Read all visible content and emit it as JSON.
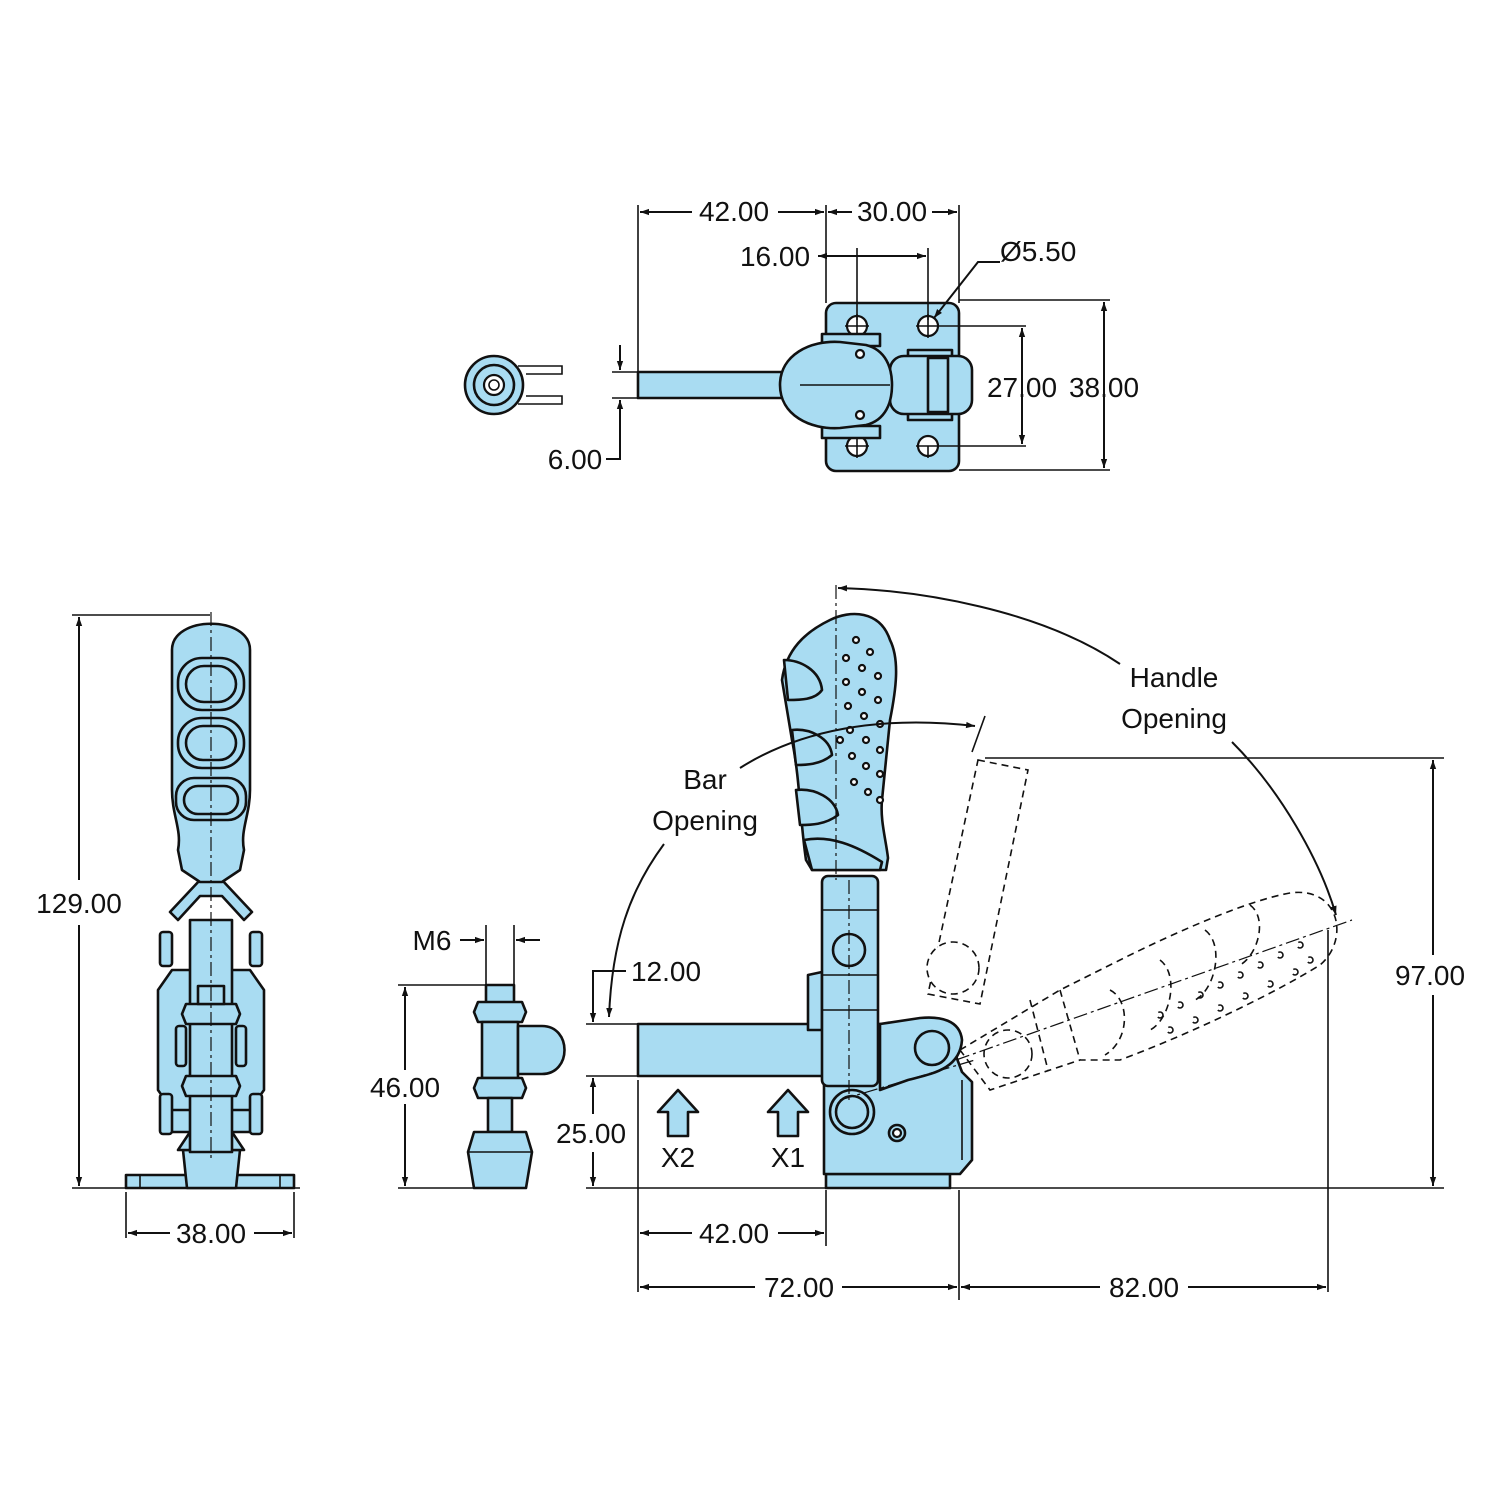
{
  "colors": {
    "part_fill": "#a9dcf2",
    "line": "#111111",
    "background": "#ffffff"
  },
  "top_view": {
    "dim_42": "42.00",
    "dim_30": "30.00",
    "dim_16": "16.00",
    "dim_hole": "Ø5.50",
    "dim_27": "27.00",
    "dim_38": "38.00",
    "dim_6": "6.00"
  },
  "front_view": {
    "dim_129": "129.00",
    "dim_38": "38.00"
  },
  "spindle_view": {
    "thread": "M6",
    "dim_46": "46.00"
  },
  "side_view": {
    "dim_12": "12.00",
    "dim_25": "25.00",
    "dim_42": "42.00",
    "dim_72": "72.00",
    "dim_82": "82.00",
    "dim_97": "97.00",
    "x1_label": "X1",
    "x2_label": "X2",
    "bar_opening_line1": "Bar",
    "bar_opening_line2": "Opening",
    "handle_opening_line1": "Handle",
    "handle_opening_line2": "Opening"
  }
}
